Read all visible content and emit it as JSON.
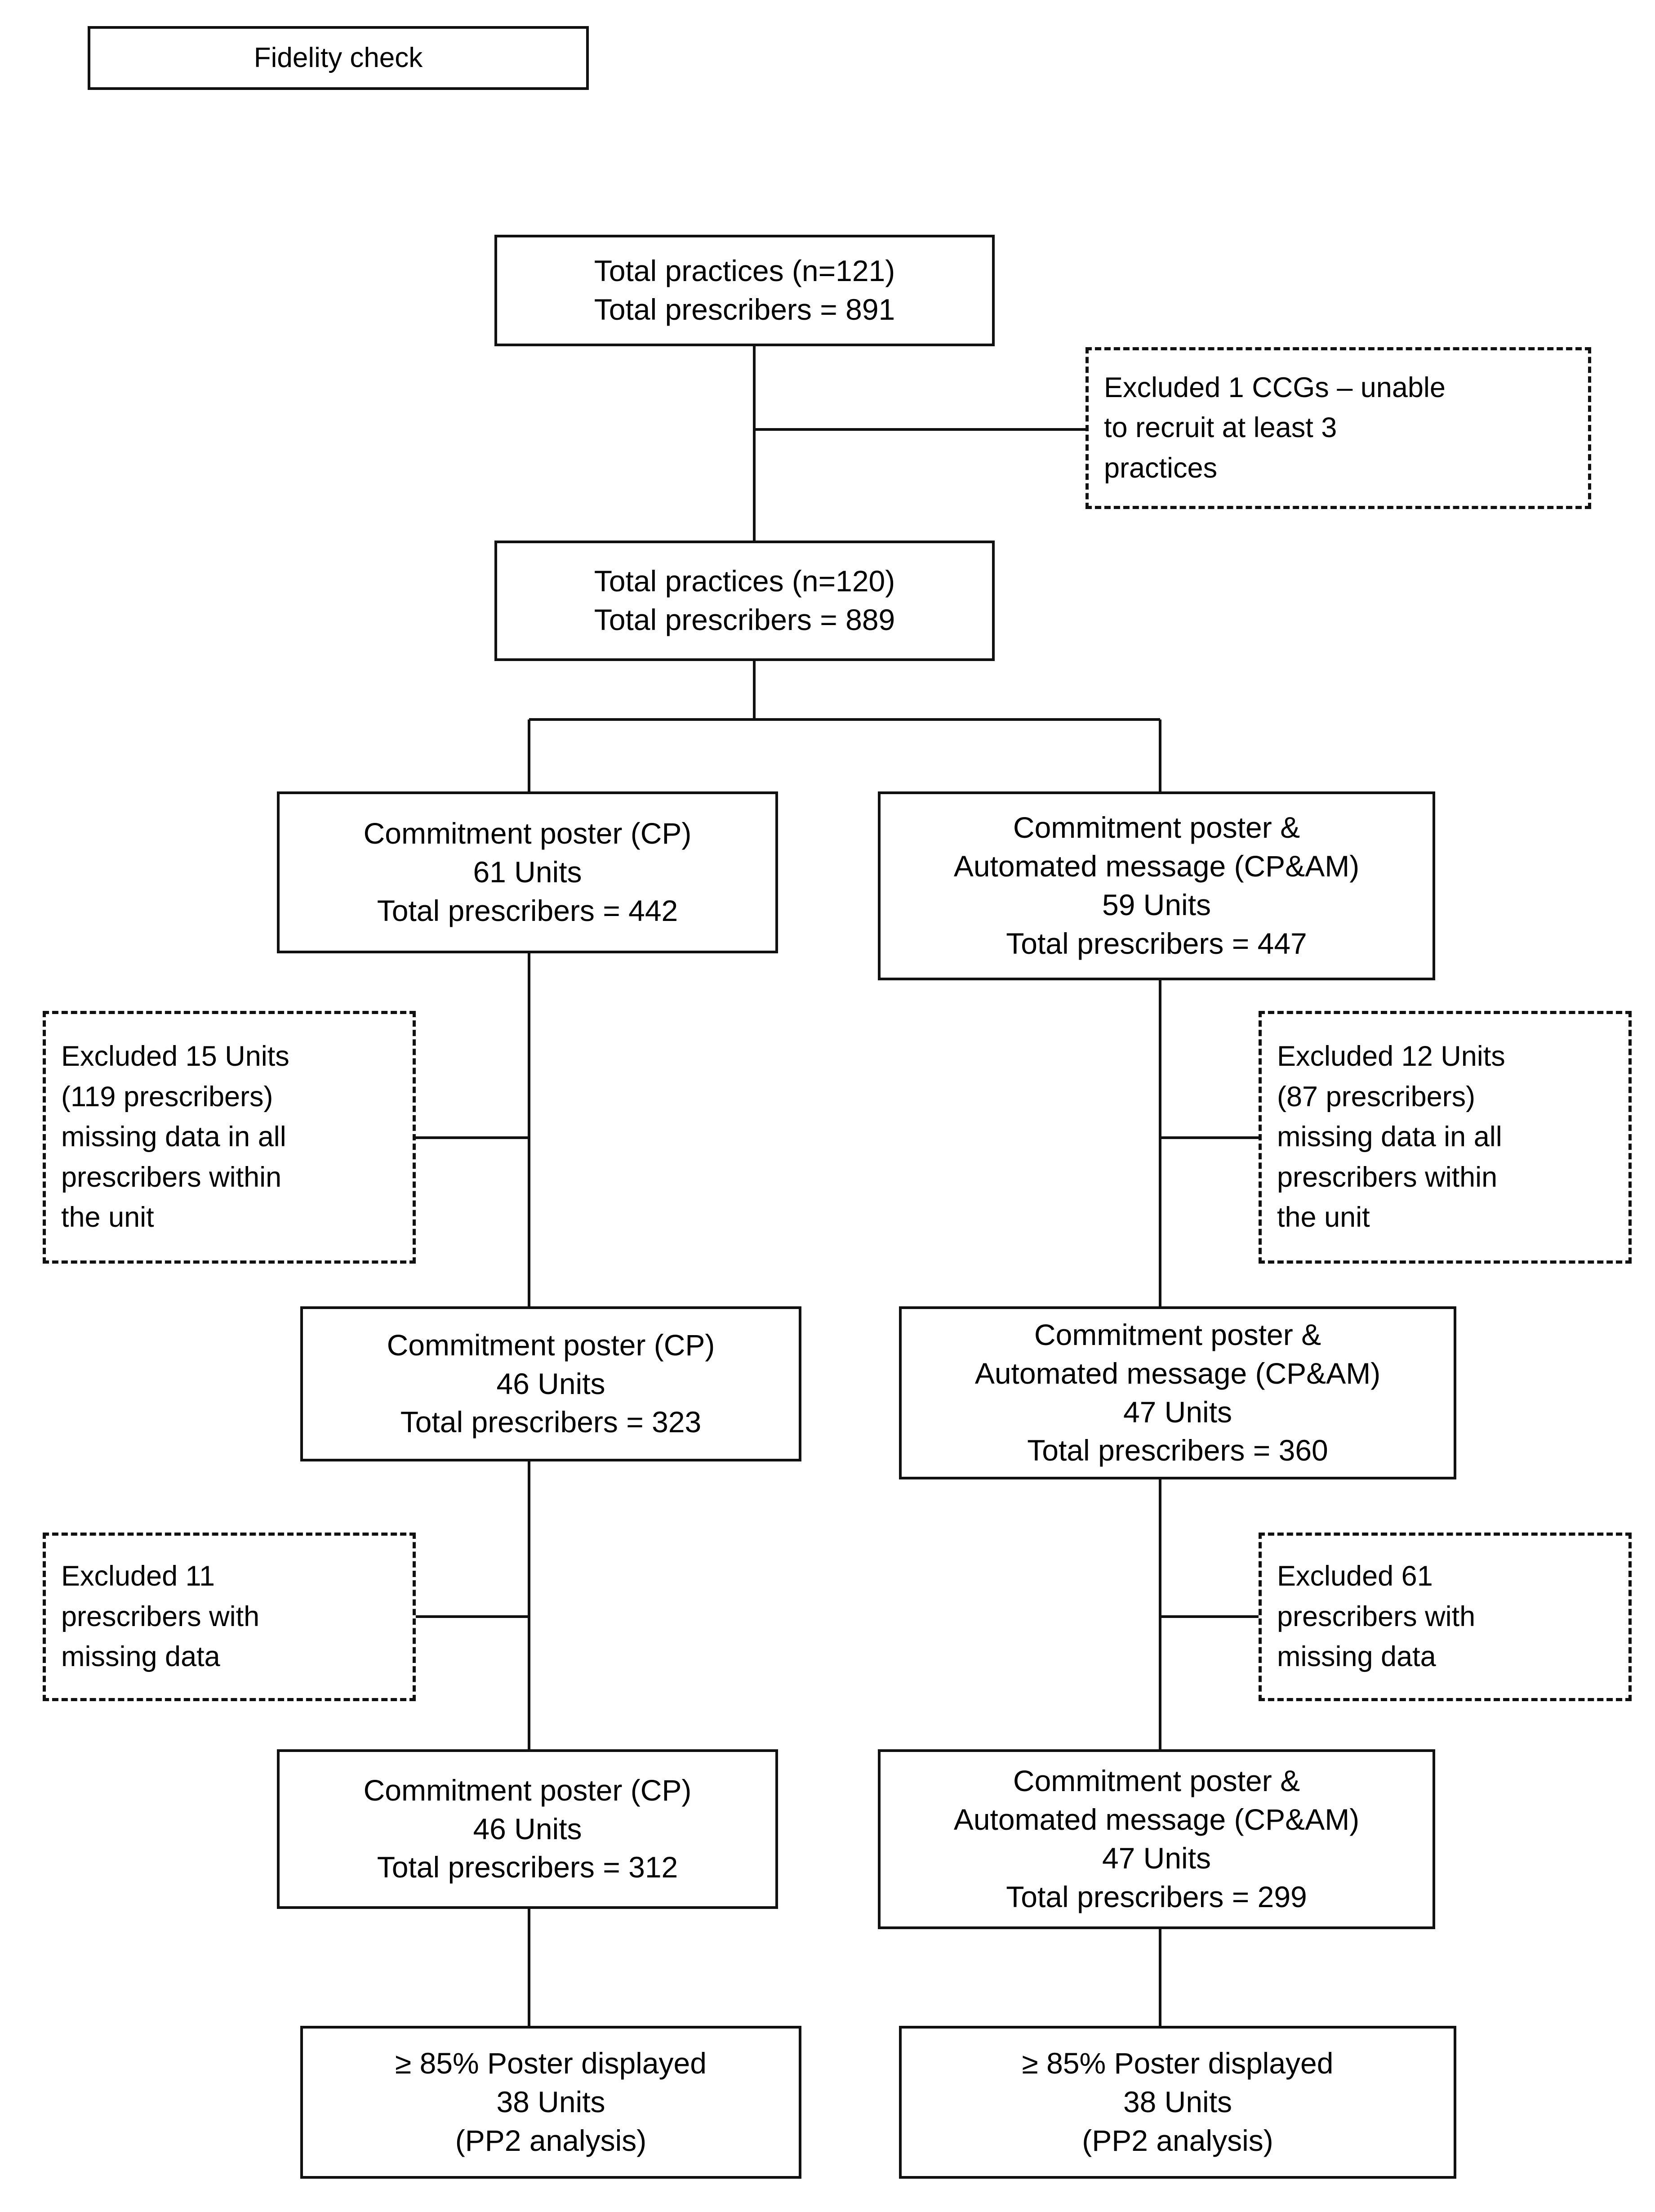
{
  "figure": {
    "title_box": "Fidelity check",
    "type": "consort-flow-diagram"
  },
  "nodes": {
    "title": {
      "label": "Fidelity check"
    },
    "total_121": {
      "lines": [
        "Total practices (n=121)",
        "Total prescribers = 891"
      ],
      "style": "solid"
    },
    "excluded_ccg": {
      "lines": [
        "Excluded 1 CCGs – unable",
        "to recruit at least 3",
        "practices"
      ],
      "style": "dashed"
    },
    "total_120": {
      "lines": [
        "Total practices (n=120)",
        "Total prescribers = 889"
      ],
      "style": "solid"
    },
    "cp_61": {
      "lines": [
        "Commitment poster (CP)",
        "61 Units",
        "Total prescribers = 442"
      ],
      "style": "solid"
    },
    "cpam_59": {
      "lines": [
        "Commitment poster &",
        "Automated message (CP&AM)",
        "59 Units",
        "Total prescribers = 447"
      ],
      "style": "solid"
    },
    "excluded_left_15": {
      "lines": [
        "Excluded 15 Units",
        "(119 prescribers)",
        "missing data in all",
        "prescribers within",
        "the unit"
      ],
      "style": "dashed"
    },
    "excluded_right_12": {
      "lines": [
        "Excluded 12 Units",
        "(87 prescribers)",
        "missing data in all",
        "prescribers within",
        "the unit"
      ],
      "style": "dashed"
    },
    "cp_46_323": {
      "lines": [
        "Commitment poster (CP)",
        "46 Units",
        "Total prescribers = 323"
      ],
      "style": "solid"
    },
    "cpam_47_360": {
      "lines": [
        "Commitment poster &",
        "Automated message (CP&AM)",
        "47 Units",
        "Total prescribers = 360"
      ],
      "style": "solid"
    },
    "excluded_left_11": {
      "lines": [
        "Excluded 11",
        "prescribers with",
        "missing data"
      ],
      "style": "dashed"
    },
    "excluded_right_61": {
      "lines": [
        "Excluded 61",
        "prescribers with",
        "missing data"
      ],
      "style": "dashed"
    },
    "cp_46_312": {
      "lines": [
        "Commitment poster (CP)",
        "46 Units",
        "Total prescribers = 312"
      ],
      "style": "solid"
    },
    "cpam_47_299": {
      "lines": [
        "Commitment poster &",
        "Automated message (CP&AM)",
        "47 Units",
        "Total prescribers = 299"
      ],
      "style": "solid"
    },
    "pp2_left": {
      "lines": [
        "≥ 85% Poster displayed",
        "38 Units",
        "(PP2 analysis)"
      ],
      "style": "solid"
    },
    "pp2_right": {
      "lines": [
        "≥ 85% Poster displayed",
        "38 Units",
        "(PP2 analysis)"
      ],
      "style": "solid"
    }
  },
  "colors": {
    "line": "#111111",
    "background": "#ffffff",
    "text": "#000000"
  }
}
